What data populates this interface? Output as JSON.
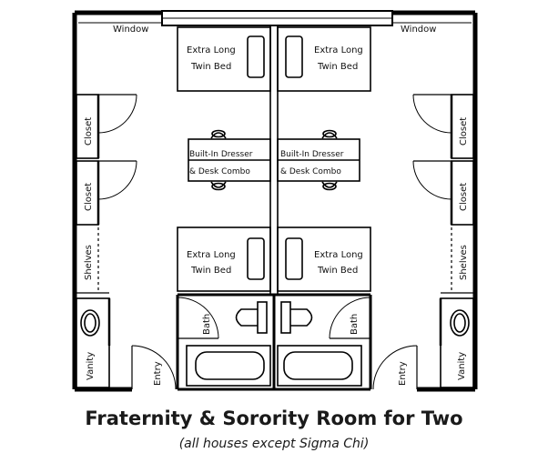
{
  "title": "Fraternity & Sorority Room for Two",
  "subtitle": "(all houses except Sigma Chi)",
  "labels": {
    "window": "Window",
    "bed_line1": "Extra Long",
    "bed_line2": "Twin Bed",
    "dresser_line1": "Built-In Dresser",
    "dresser_line2": "& Desk Combo",
    "closet": "Closet",
    "shelves": "Shelves",
    "vanity": "Vanity",
    "bath": "Bath",
    "entry": "Entry"
  }
}
